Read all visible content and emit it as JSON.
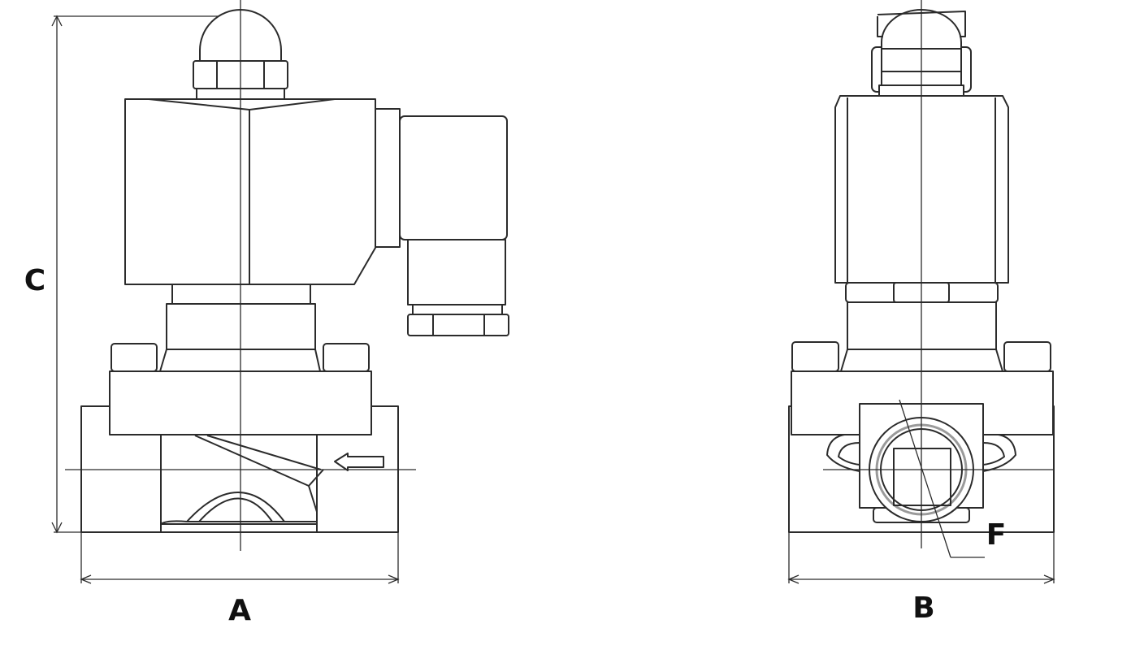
{
  "labels": {
    "a": "A",
    "b": "B",
    "c": "C",
    "f": "F"
  }
}
